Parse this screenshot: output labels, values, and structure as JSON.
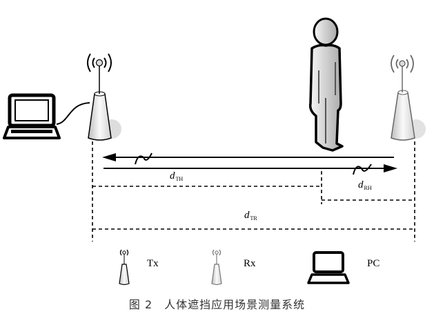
{
  "figure": {
    "caption": "图 2　人体遮挡应用场景测量系统",
    "labels": {
      "d_TH": {
        "main": "d",
        "sub": "TH"
      },
      "d_RH": {
        "main": "d",
        "sub": "RH"
      },
      "d_TR": {
        "main": "d",
        "sub": "TR"
      }
    },
    "legend": [
      {
        "icon": "tx-antenna-icon",
        "label": "Tx"
      },
      {
        "icon": "rx-antenna-icon",
        "label": "Rx"
      },
      {
        "icon": "laptop-pc-icon",
        "label": "PC"
      }
    ],
    "elements": [
      "PC laptop",
      "Tx antenna",
      "Human body blocker",
      "Rx antenna"
    ],
    "colors": {
      "tx": "#e6e6e6",
      "rx": "#d8d8d8",
      "line": "#000000",
      "human": "#cfcfcf"
    }
  }
}
